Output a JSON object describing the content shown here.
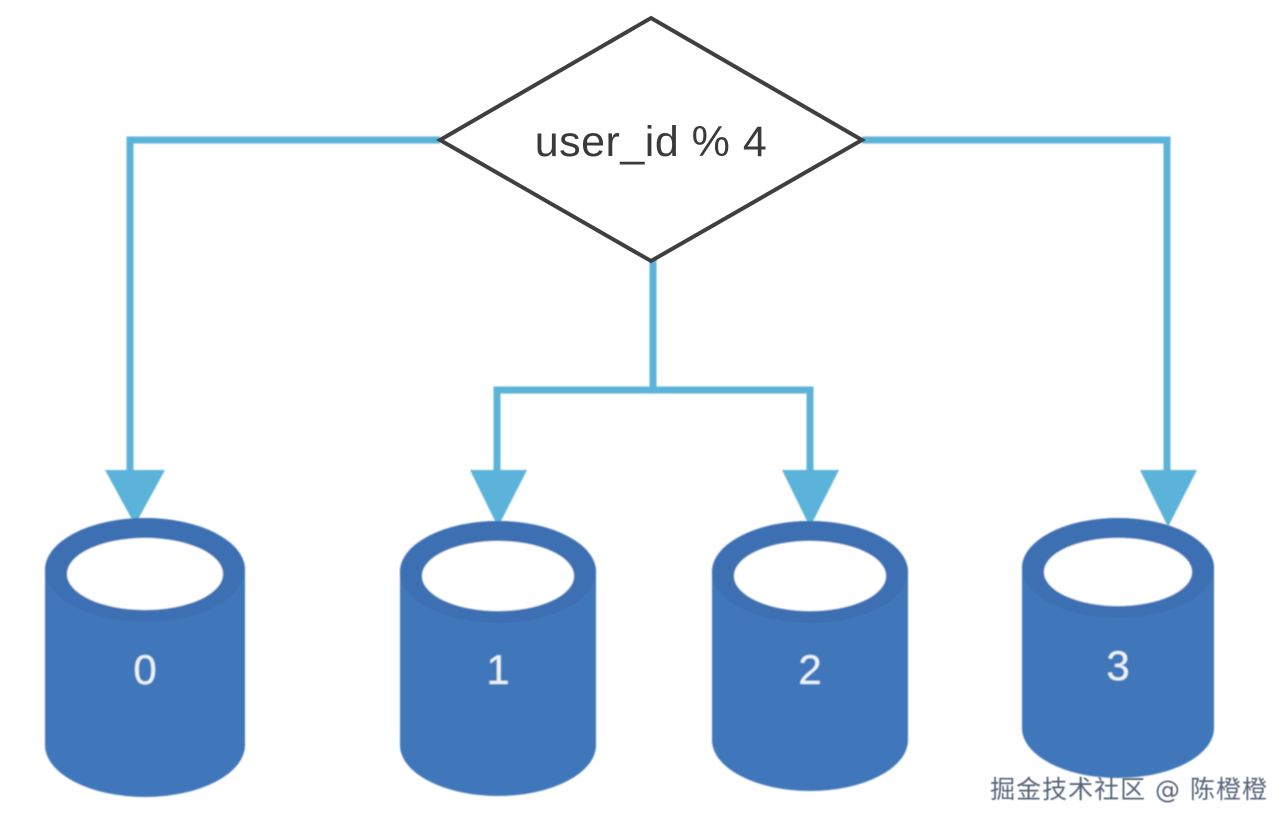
{
  "diagram": {
    "title": "user_id modulo sharding diagram",
    "decision": {
      "name": "decision-node",
      "label": "user_id % 4",
      "shape": "diamond",
      "border_color": "#3f3f3f",
      "fill_color": "#ffffff"
    },
    "connector": {
      "name": "connector",
      "color": "#5cb3d9",
      "stroke_width": 7,
      "arrowhead": "solid-triangle",
      "branch_count": 4
    },
    "shards": [
      {
        "name": "shard-0",
        "label": "0",
        "shape": "cylinder",
        "fill_color": "#4077bb",
        "edge_color": "#3a6cab",
        "top_color": "#ffffff",
        "label_color": "#eef4fb"
      },
      {
        "name": "shard-1",
        "label": "1",
        "shape": "cylinder",
        "fill_color": "#4077bb",
        "edge_color": "#3a6cab",
        "top_color": "#ffffff",
        "label_color": "#eef4fb"
      },
      {
        "name": "shard-2",
        "label": "2",
        "shape": "cylinder",
        "fill_color": "#4077bb",
        "edge_color": "#3a6cab",
        "top_color": "#ffffff",
        "label_color": "#eef4fb"
      },
      {
        "name": "shard-3",
        "label": "3",
        "shape": "cylinder",
        "fill_color": "#4077bb",
        "edge_color": "#3a6cab",
        "top_color": "#ffffff",
        "label_color": "#eef4fb"
      }
    ],
    "watermark": {
      "name": "watermark",
      "text": "掘金技术社区 @ 陈橙橙"
    },
    "background_color": "#ffffff"
  }
}
